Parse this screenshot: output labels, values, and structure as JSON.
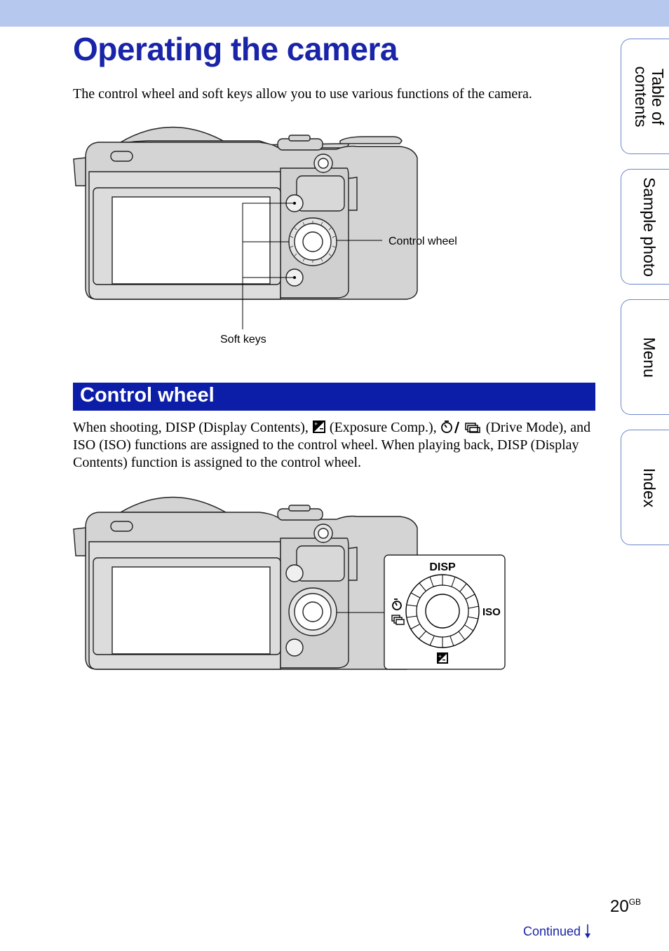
{
  "page": {
    "title": "Operating the camera",
    "intro": "The control wheel and soft keys allow you to use various functions of the camera."
  },
  "figure1": {
    "callout_control_wheel": "Control wheel",
    "callout_soft_keys": "Soft keys"
  },
  "section": {
    "heading": "Control wheel",
    "text_part1": "When shooting, DISP (Display Contents), ",
    "text_part2": " (Exposure Comp.), ",
    "text_part3": " (Drive Mode), and ISO (ISO) functions are assigned to the control wheel. When playing back, DISP (Display Contents) function is assigned to the control wheel."
  },
  "figure2": {
    "wheel_label_top": "DISP",
    "wheel_label_right": "ISO"
  },
  "sidebar": {
    "tabs": [
      {
        "label": "Table of\ncontents"
      },
      {
        "label": "Sample photo"
      },
      {
        "label": "Menu"
      },
      {
        "label": "Index"
      }
    ]
  },
  "footer": {
    "page_number": "20",
    "page_suffix": "GB",
    "continued": "Continued"
  },
  "colors": {
    "top_band": "#b7c8ee",
    "title_blue": "#1a24a8",
    "section_blue": "#0c1ea8",
    "tab_border": "#6c86c9",
    "camera_fill": "#d4d4d4"
  }
}
